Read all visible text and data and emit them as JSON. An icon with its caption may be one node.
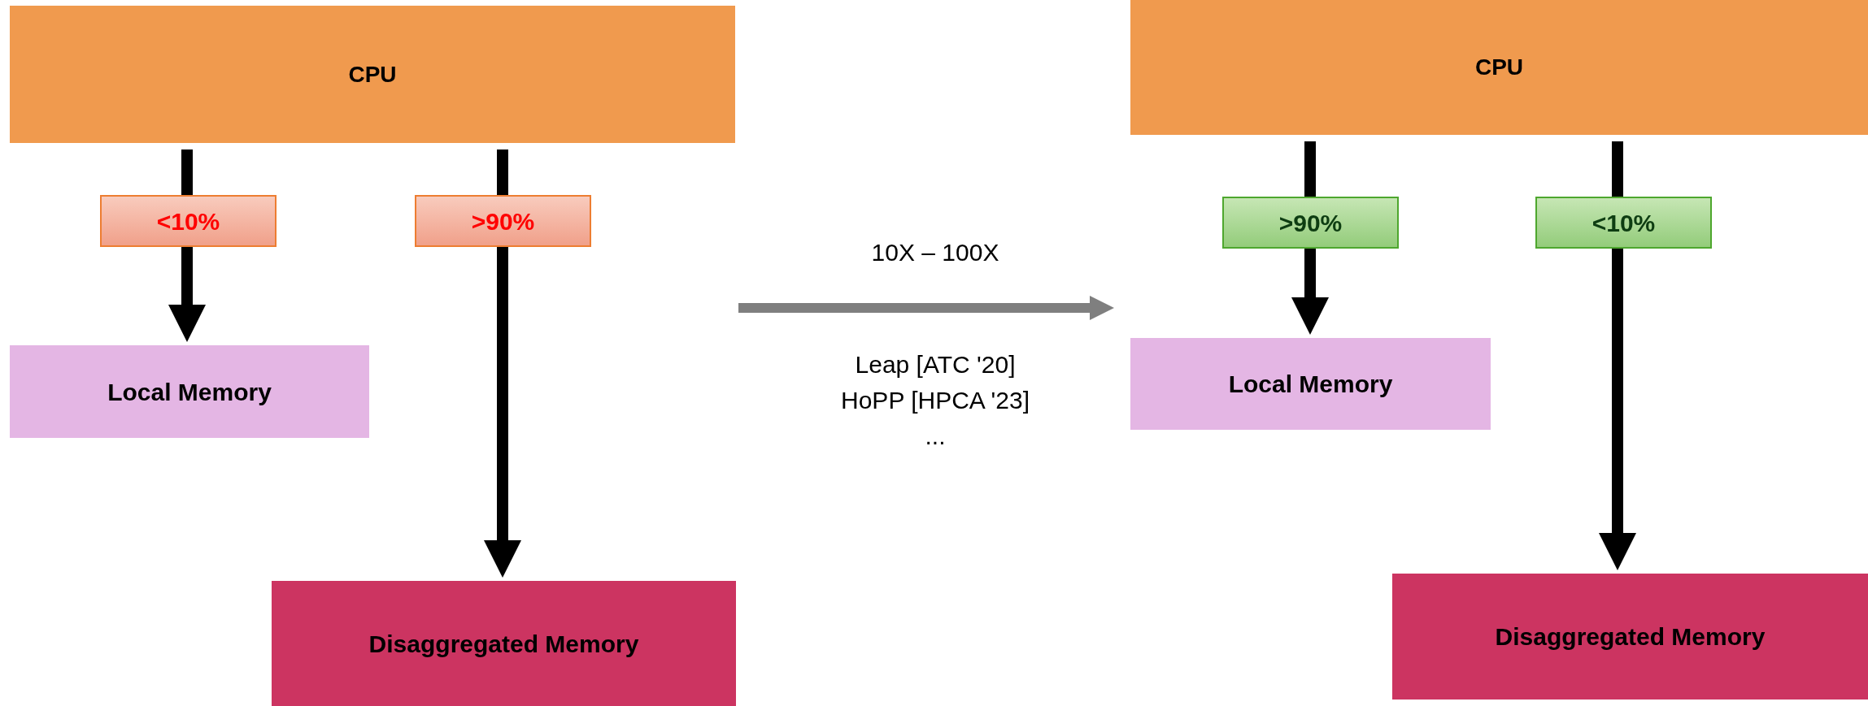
{
  "diagram": {
    "nodes": [
      {
        "text": [
          "CPU"
        ]
      },
      {
        "text": [
          "Local Memory"
        ]
      },
      {
        "text": [
          "Disaggregated Memory"
        ]
      },
      {
        "text": [
          "CPU"
        ]
      },
      {
        "text": [
          "Local Memory"
        ]
      },
      {
        "text": [
          "Disaggregated Memory"
        ]
      }
    ],
    "edges": [
      {
        "from": 0,
        "to": 1,
        "arrow": "to",
        "label": "<10%"
      },
      {
        "from": 0,
        "to": 2,
        "arrow": "to",
        "label": ">90%"
      },
      {
        "from": 3,
        "to": 4,
        "arrow": "to",
        "label": ">90%"
      },
      {
        "from": 3,
        "to": 5,
        "arrow": "to",
        "label": "<10%"
      }
    ],
    "labels": [
      "10X – 100X",
      "Leap [ATC '20]",
      "HoPP [HPCA '23]",
      "..."
    ]
  }
}
